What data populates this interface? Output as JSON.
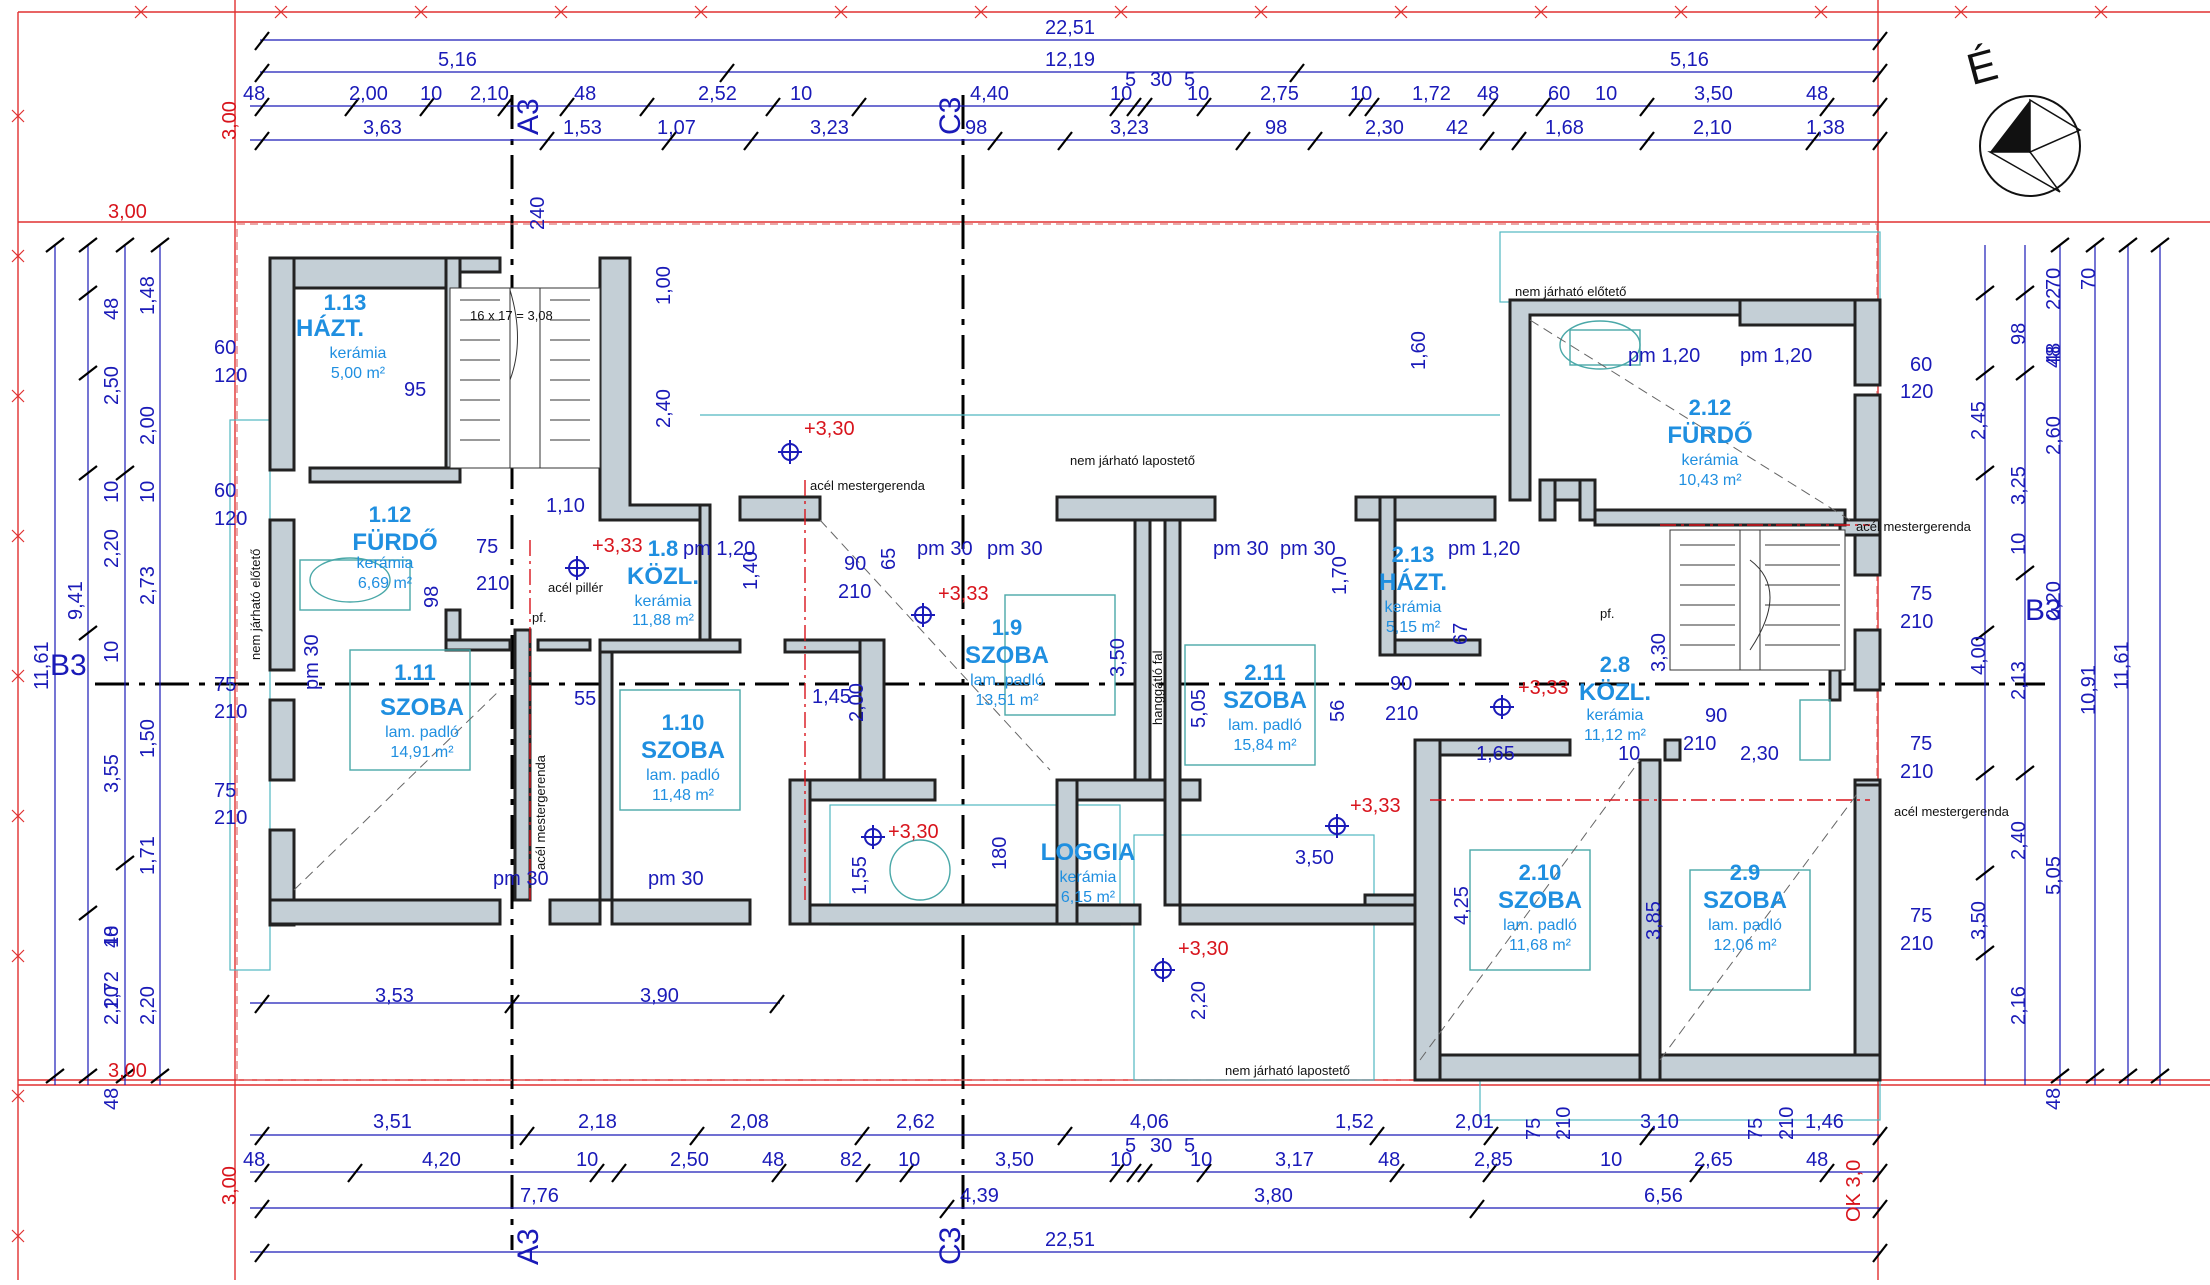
{
  "plan": {
    "north_label": "É",
    "colors": {
      "dimension": "#1a1ab8",
      "room_text": "#1f8fe0",
      "red_guides": "#e03030",
      "wall": "#222222",
      "wall_fill": "#c4cfd6"
    },
    "dims_top": {
      "overall": "22,51",
      "row1": [
        "5,16",
        "12,19",
        "5,16"
      ],
      "row2": [
        "48",
        "2,00",
        "10",
        "2,10",
        "48",
        "2,52",
        "10",
        "4,40",
        "10",
        "5",
        "30",
        "5",
        "10",
        "2,75",
        "10",
        "1,72",
        "48",
        "60",
        "10",
        "3,50",
        "48"
      ],
      "row3": [
        "3,63",
        "1,53",
        "1,07",
        "3,23",
        "98",
        "3,23",
        "98",
        "2,30",
        "42",
        "1,68",
        "2,10",
        "1,38"
      ],
      "left_red": "3,00"
    },
    "dims_bottom": {
      "row1": [
        "3,51",
        "2,18",
        "2,08",
        "2,62",
        "4,06",
        "1,52",
        "2,01",
        "75",
        "210",
        "3,10",
        "75",
        "210",
        "1,46"
      ],
      "row2": [
        "48",
        "4,20",
        "10",
        "2,50",
        "48",
        "82",
        "10",
        "3,50",
        "10",
        "5",
        "30",
        "5",
        "10",
        "3,17",
        "48",
        "2,85",
        "10",
        "2,65",
        "48"
      ],
      "row3": [
        "7,76",
        "4,39",
        "3,80",
        "6,56"
      ],
      "overall": "22,51",
      "left_red": "3,00",
      "mid_left": [
        "3,53",
        "3,90"
      ],
      "ok": "OK 3,0"
    },
    "dims_left": {
      "outer": [
        "11,61",
        "9,41"
      ],
      "col2": [
        "48",
        "2,50",
        "10",
        "2,20",
        "10",
        "3,55",
        "10",
        "48",
        "2,20",
        "48"
      ],
      "col3": [
        "1,48",
        "2,00",
        "10",
        "2,73",
        "1,50",
        "1,71",
        "1,72",
        "2,20"
      ],
      "red_top": "3,00",
      "red_bottom": "3,00"
    },
    "dims_right": {
      "outer": [
        "11,61",
        "10,91"
      ],
      "col1": [
        "70",
        "22",
        "98",
        "48",
        "2,45",
        "3,25",
        "10",
        "4,00",
        "2,13",
        "2,40",
        "3,50",
        "2,16",
        "48"
      ],
      "col2": [
        "70",
        "48",
        "2,60",
        "2,20",
        "5,05"
      ]
    },
    "axes": {
      "a3": "A3",
      "c3": "C3",
      "b3": "B3"
    },
    "rooms": [
      {
        "no": "1.13",
        "name": "HÁZT.",
        "finish": "kerámia",
        "area": "5,00 m²"
      },
      {
        "no": "1.12",
        "name": "FÜRDŐ",
        "finish": "kerámia",
        "area": "6,69 m²"
      },
      {
        "no": "1.8",
        "name": "KÖZL.",
        "finish": "kerámia",
        "area": "11,88 m²"
      },
      {
        "no": "1.11",
        "name": "SZOBA",
        "finish": "lam. padló",
        "area": "14,91 m²"
      },
      {
        "no": "1.10",
        "name": "SZOBA",
        "finish": "lam. padló",
        "area": "11,48 m²"
      },
      {
        "no": "1.9",
        "name": "SZOBA",
        "finish": "lam. padló",
        "area": "13,51 m²"
      },
      {
        "no": "2.11",
        "name": "SZOBA",
        "finish": "lam. padló",
        "area": "15,84 m²"
      },
      {
        "no": "",
        "name": "LOGGIA",
        "finish": "kerámia",
        "area": "6,15 m²"
      },
      {
        "no": "2.12",
        "name": "FÜRDŐ",
        "finish": "kerámia",
        "area": "10,43 m²"
      },
      {
        "no": "2.13",
        "name": "HÁZT.",
        "finish": "kerámia",
        "area": "5,15 m²"
      },
      {
        "no": "2.8",
        "name": "KÖZL.",
        "finish": "kerámia",
        "area": "11,12 m²"
      },
      {
        "no": "2.10",
        "name": "SZOBA",
        "finish": "lam. padló",
        "area": "11,68 m²"
      },
      {
        "no": "2.9",
        "name": "SZOBA",
        "finish": "lam. padló",
        "area": "12,06 m²"
      }
    ],
    "notes": {
      "steel_beam": "acél mestergerenda",
      "flat_roof": "nem járható lapostető",
      "canopy": "nem járható előtető",
      "column": "acél pillér",
      "soundproof": "hanggátló fal",
      "pf": "pf."
    },
    "levels": [
      "+3,30",
      "+3,33",
      "+3,33",
      "+3,33",
      "+3,30",
      "+3,33",
      "+3,30"
    ],
    "openings": [
      "pm 30",
      "pm 1,20",
      "pm 30",
      "pm 30",
      "pm 30",
      "pm 30",
      "pm 1,20",
      "pm 1,20",
      "pm 1,20",
      "pm 30",
      "pm 30"
    ],
    "inner_dims": {
      "win_60": "60",
      "win_120": "120",
      "door_75": "75",
      "door_210": "210",
      "door_90": "90",
      "d_95": "95",
      "d_98": "98",
      "d_240": "240",
      "d_1_00": "1,00",
      "d_2_40": "2,40",
      "d_1_10": "1,10",
      "d_1_40": "1,40",
      "d_65": "65",
      "d_1_45": "1,45",
      "d_2_00": "2,00",
      "d_55": "55",
      "d_2_30": "2,30",
      "d_1_55": "1,55",
      "d_180": "180",
      "d_3_50": "3,50",
      "d_5_05": "5,05",
      "d_56": "56",
      "d_1_60": "1,60",
      "d_1_70": "1,70",
      "d_3_30": "3,30",
      "d_1_65": "1,65",
      "d_4_25": "4,25",
      "d_3_85": "3,85",
      "d_2_20": "2,20",
      "d_67": "67",
      "d_10": "10",
      "d_5": "5",
      "stair_note": "16 x 17 = 3,08"
    }
  }
}
